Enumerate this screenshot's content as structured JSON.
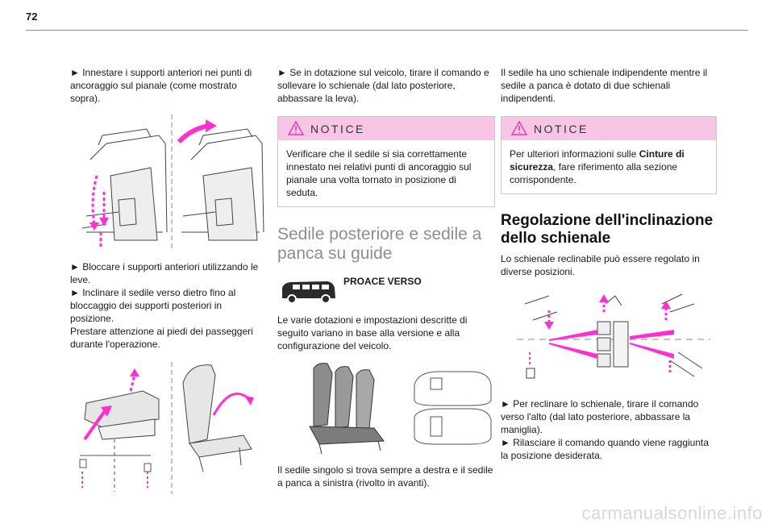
{
  "page": {
    "number": "72"
  },
  "col1": {
    "p1": "► Innestare i supporti anteriori nei punti di ancoraggio sul pianale (come mostrato sopra).",
    "p2a": "► Bloccare i supporti anteriori utilizzando le leve.",
    "p2b": "► Inclinare il sedile verso dietro fino al bloccaggio dei supporti posteriori in posizione.",
    "p2c": "Prestare attenzione ai piedi dei passeggeri durante l'operazione."
  },
  "col2": {
    "p1": "► Se in dotazione sul veicolo, tirare il comando e sollevare lo schienale (dal lato posteriore, abbassare la leva).",
    "notice": {
      "title": "NOTICE",
      "body": "Verificare che il sedile si sia correttamente innestato nei relativi punti di ancoraggio sul pianale una volta tornato in posizione di seduta."
    },
    "heading": "Sedile posteriore e sedile a panca su guide",
    "vehicle_tag": "PROACE VERSO",
    "p2": "Le varie dotazioni e impostazioni descritte di seguito variano in base alla versione e alla configurazione del veicolo.",
    "p3": "Il sedile singolo si trova sempre a destra e il sedile a panca a sinistra (rivolto in avanti)."
  },
  "col3": {
    "p1": "Il sedile ha uno schienale indipendente mentre il sedile a panca è dotato di due schienali indipendenti.",
    "notice": {
      "title": "NOTICE",
      "body_pre": "Per ulteriori informazioni sulle ",
      "body_bold": "Cinture di sicurezza",
      "body_post": ", fare riferimento alla sezione corrispondente."
    },
    "heading": "Regolazione dell'inclinazione dello schienale",
    "p2": "Lo schienale reclinabile può essere regolato in diverse posizioni.",
    "p3a": "► Per reclinare lo schienale, tirare il comando verso l'alto (dal lato posteriore, abbassare la maniglia).",
    "p3b": "► Rilasciare il comando quando viene raggiunta la posizione desiderata."
  },
  "footer": {
    "watermark": "carmanualsonline.info"
  },
  "colors": {
    "accent": "#ff2fd2",
    "notice_bg": "#f9c5e6"
  }
}
